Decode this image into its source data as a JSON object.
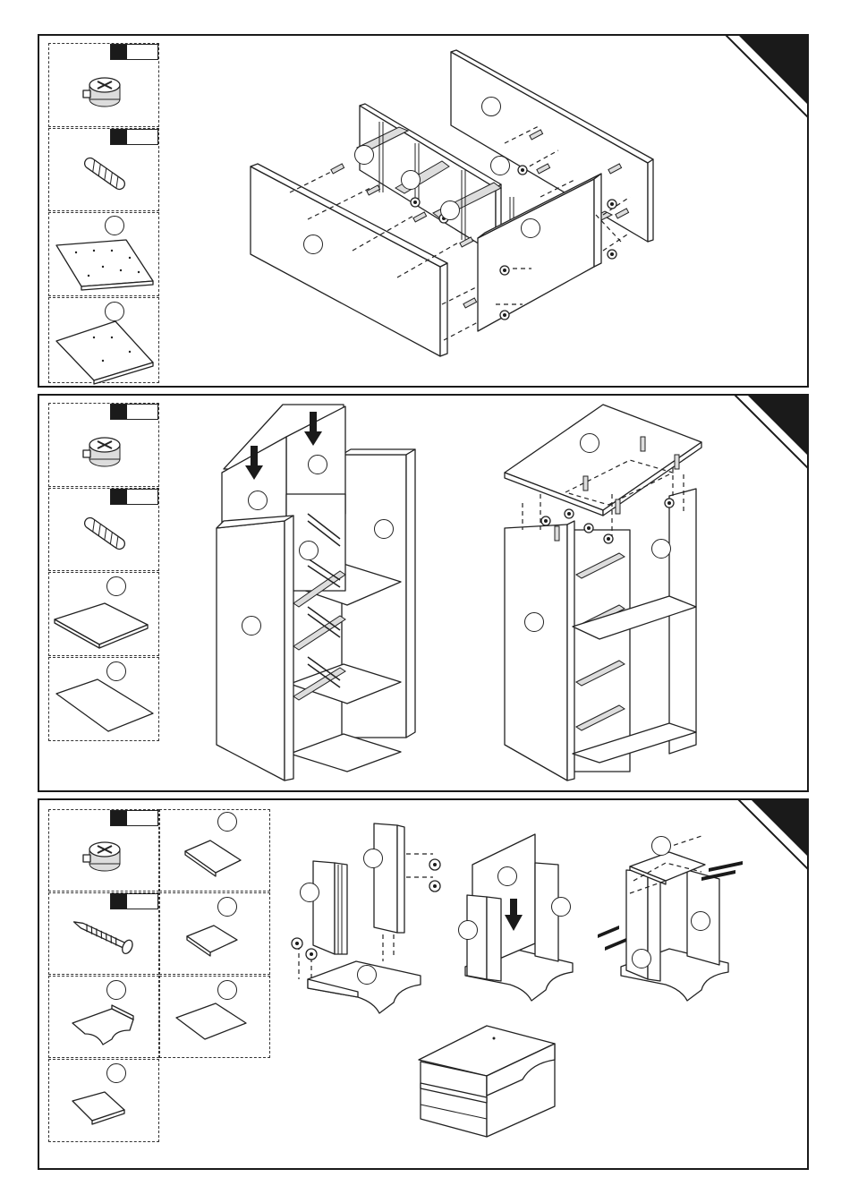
{
  "steps": [
    {
      "parts": [
        {
          "kind": "cam-lock",
          "qty": ""
        },
        {
          "kind": "dowel",
          "qty": ""
        },
        {
          "kind": "back-rail-board",
          "label": ""
        },
        {
          "kind": "drawer-rail-board",
          "label": ""
        }
      ],
      "callouts": [
        "",
        "",
        "",
        "",
        "",
        "",
        ""
      ]
    },
    {
      "parts": [
        {
          "kind": "cam-lock",
          "qty": ""
        },
        {
          "kind": "dowel",
          "qty": ""
        },
        {
          "kind": "top-panel",
          "label": ""
        },
        {
          "kind": "back-panel",
          "label": ""
        }
      ],
      "callouts": [
        "",
        "",
        "",
        "",
        "",
        "",
        "",
        "",
        ""
      ]
    },
    {
      "parts": [
        {
          "kind": "cam-lock",
          "qty": ""
        },
        {
          "kind": "screw",
          "qty": ""
        },
        {
          "kind": "drawer-bottom-curved",
          "label": ""
        },
        {
          "kind": "drawer-side",
          "label": ""
        },
        {
          "kind": "drawer-back",
          "label": ""
        },
        {
          "kind": "drawer-panel",
          "label": ""
        },
        {
          "kind": "drawer-base",
          "label": ""
        }
      ],
      "callouts": [
        "",
        "",
        "",
        "",
        "",
        "",
        "",
        "",
        "",
        "",
        ""
      ]
    }
  ],
  "icons": {
    "cam": "cam-lock-icon",
    "dowel": "dowel-icon",
    "screw": "screw-icon",
    "arrow": "down-arrow-icon"
  }
}
